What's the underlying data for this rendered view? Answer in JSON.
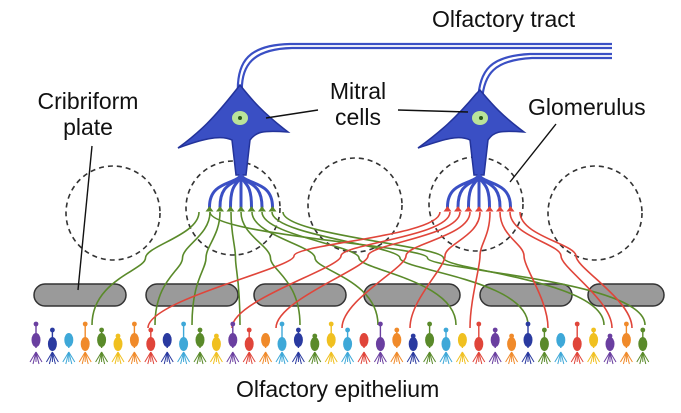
{
  "labels": {
    "olfactory_tract": "Olfactory tract",
    "mitral_line1": "Mitral",
    "mitral_line2": "cells",
    "cribriform_line1": "Cribriform",
    "cribriform_line2": "plate",
    "glomerulus": "Glomerulus",
    "epithelium": "Olfactory epithelium"
  },
  "colors": {
    "mitral": "#3a4fc4",
    "mitral_outline": "#23339a",
    "nucleus": "#b9e39a",
    "green_axon": "#5a8a2a",
    "red_axon": "#e0453a",
    "plate": "#9a9a9a",
    "plate_outline": "#333333",
    "receptor_palette": [
      "#6a3fa0",
      "#2a3aa0",
      "#3ea8d8",
      "#f08a2a",
      "#f0c020",
      "#e0453a",
      "#5a8a2a"
    ]
  }
}
